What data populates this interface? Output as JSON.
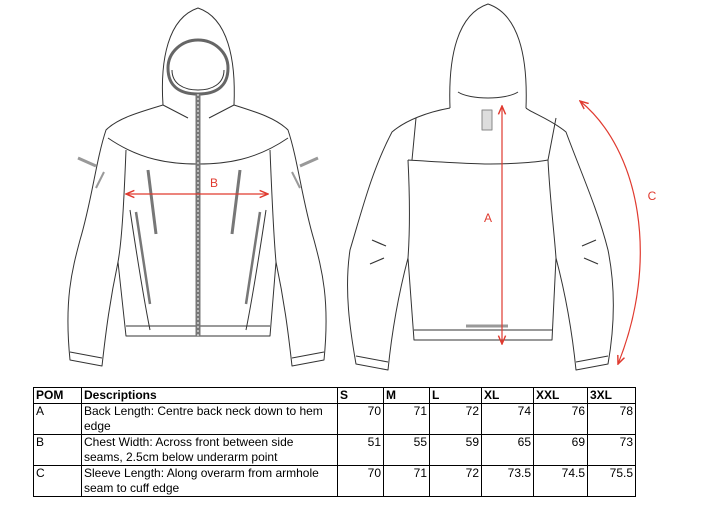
{
  "diagram": {
    "labels": {
      "a": "A",
      "b": "B",
      "c": "C"
    },
    "colors": {
      "line": "#333333",
      "measure": "#e03a2f",
      "zip": "#777777"
    },
    "icons": [
      "jacket-front-icon",
      "jacket-back-icon"
    ]
  },
  "table": {
    "headers": [
      "POM",
      "Descriptions",
      "S",
      "M",
      "L",
      "XL",
      "XXL",
      "3XL"
    ],
    "rows": [
      {
        "pom": "A",
        "desc": "Back Length: Centre back neck down to hem edge",
        "values": [
          "70",
          "71",
          "72",
          "74",
          "76",
          "78"
        ]
      },
      {
        "pom": "B",
        "desc": "Chest Width: Across front between side seams, 2.5cm below underarm point",
        "values": [
          "51",
          "55",
          "59",
          "65",
          "69",
          "73"
        ]
      },
      {
        "pom": "C",
        "desc": "Sleeve Length: Along overarm from armhole seam to cuff edge",
        "values": [
          "70",
          "71",
          "72",
          "73.5",
          "74.5",
          "75.5"
        ]
      }
    ]
  }
}
